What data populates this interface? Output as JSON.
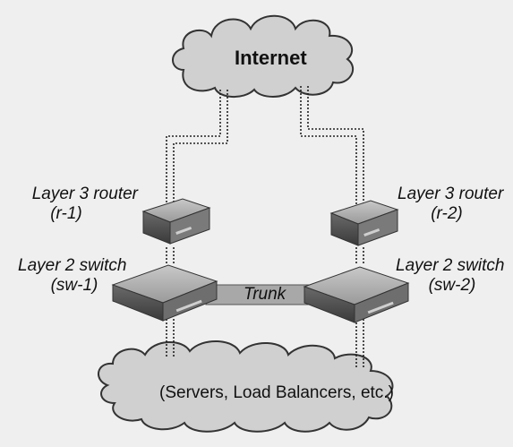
{
  "diagram": {
    "internet_label": "Internet",
    "servers_label": "(Servers, Load Balancers, etc.)",
    "trunk_label": "Trunk",
    "router_left": {
      "type_label": "Layer 3 router",
      "id_label": "(r-1)"
    },
    "router_right": {
      "type_label": "Layer 3 router",
      "id_label": "(r-2)"
    },
    "switch_left": {
      "type_label": "Layer 2 switch",
      "id_label": "(sw-1)"
    },
    "switch_right": {
      "type_label": "Layer 2 switch",
      "id_label": "(sw-2)"
    }
  },
  "colors": {
    "background": "#efefef",
    "cloud_fill": "#d0d0d0",
    "cloud_stroke": "#333333",
    "device_dark": "#5a5a5a",
    "device_light": "#b8b8b8",
    "link_line": "#222222"
  }
}
